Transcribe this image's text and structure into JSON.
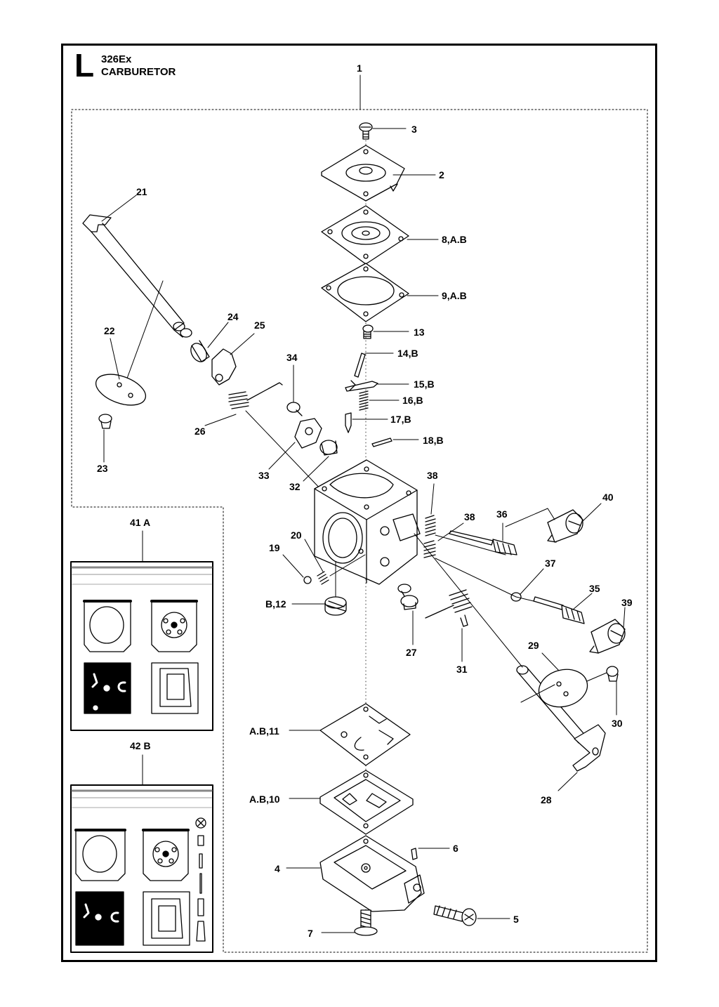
{
  "header": {
    "section_letter": "L",
    "model": "326Ex",
    "title": "CARBURETOR"
  },
  "callouts": {
    "c1": "1",
    "c2": "2",
    "c3": "3",
    "c4": "4",
    "c5": "5",
    "c6": "6",
    "c7": "7",
    "c8": "8,A.B",
    "c9": "9,A.B",
    "c13": "13",
    "c14": "14,B",
    "c15": "15,B",
    "c16": "16,B",
    "c17": "17,B",
    "c18": "18,B",
    "c19": "19",
    "c20": "20",
    "c21": "21",
    "c22": "22",
    "c23": "23",
    "c24": "24",
    "c25": "25",
    "c26": "26",
    "c27": "27",
    "c28": "28",
    "c29": "29",
    "c30": "30",
    "c31": "31",
    "c32": "32",
    "c33": "33",
    "c34": "34",
    "c35": "35",
    "c36": "36",
    "c37": "37",
    "c38a": "38",
    "c38b": "38",
    "c39": "39",
    "c40": "40",
    "cB12": "B,12",
    "cAB11": "A.B,11",
    "cAB10": "A.B,10"
  },
  "kits": {
    "kit_a": "41 A",
    "kit_b": "42 B"
  }
}
